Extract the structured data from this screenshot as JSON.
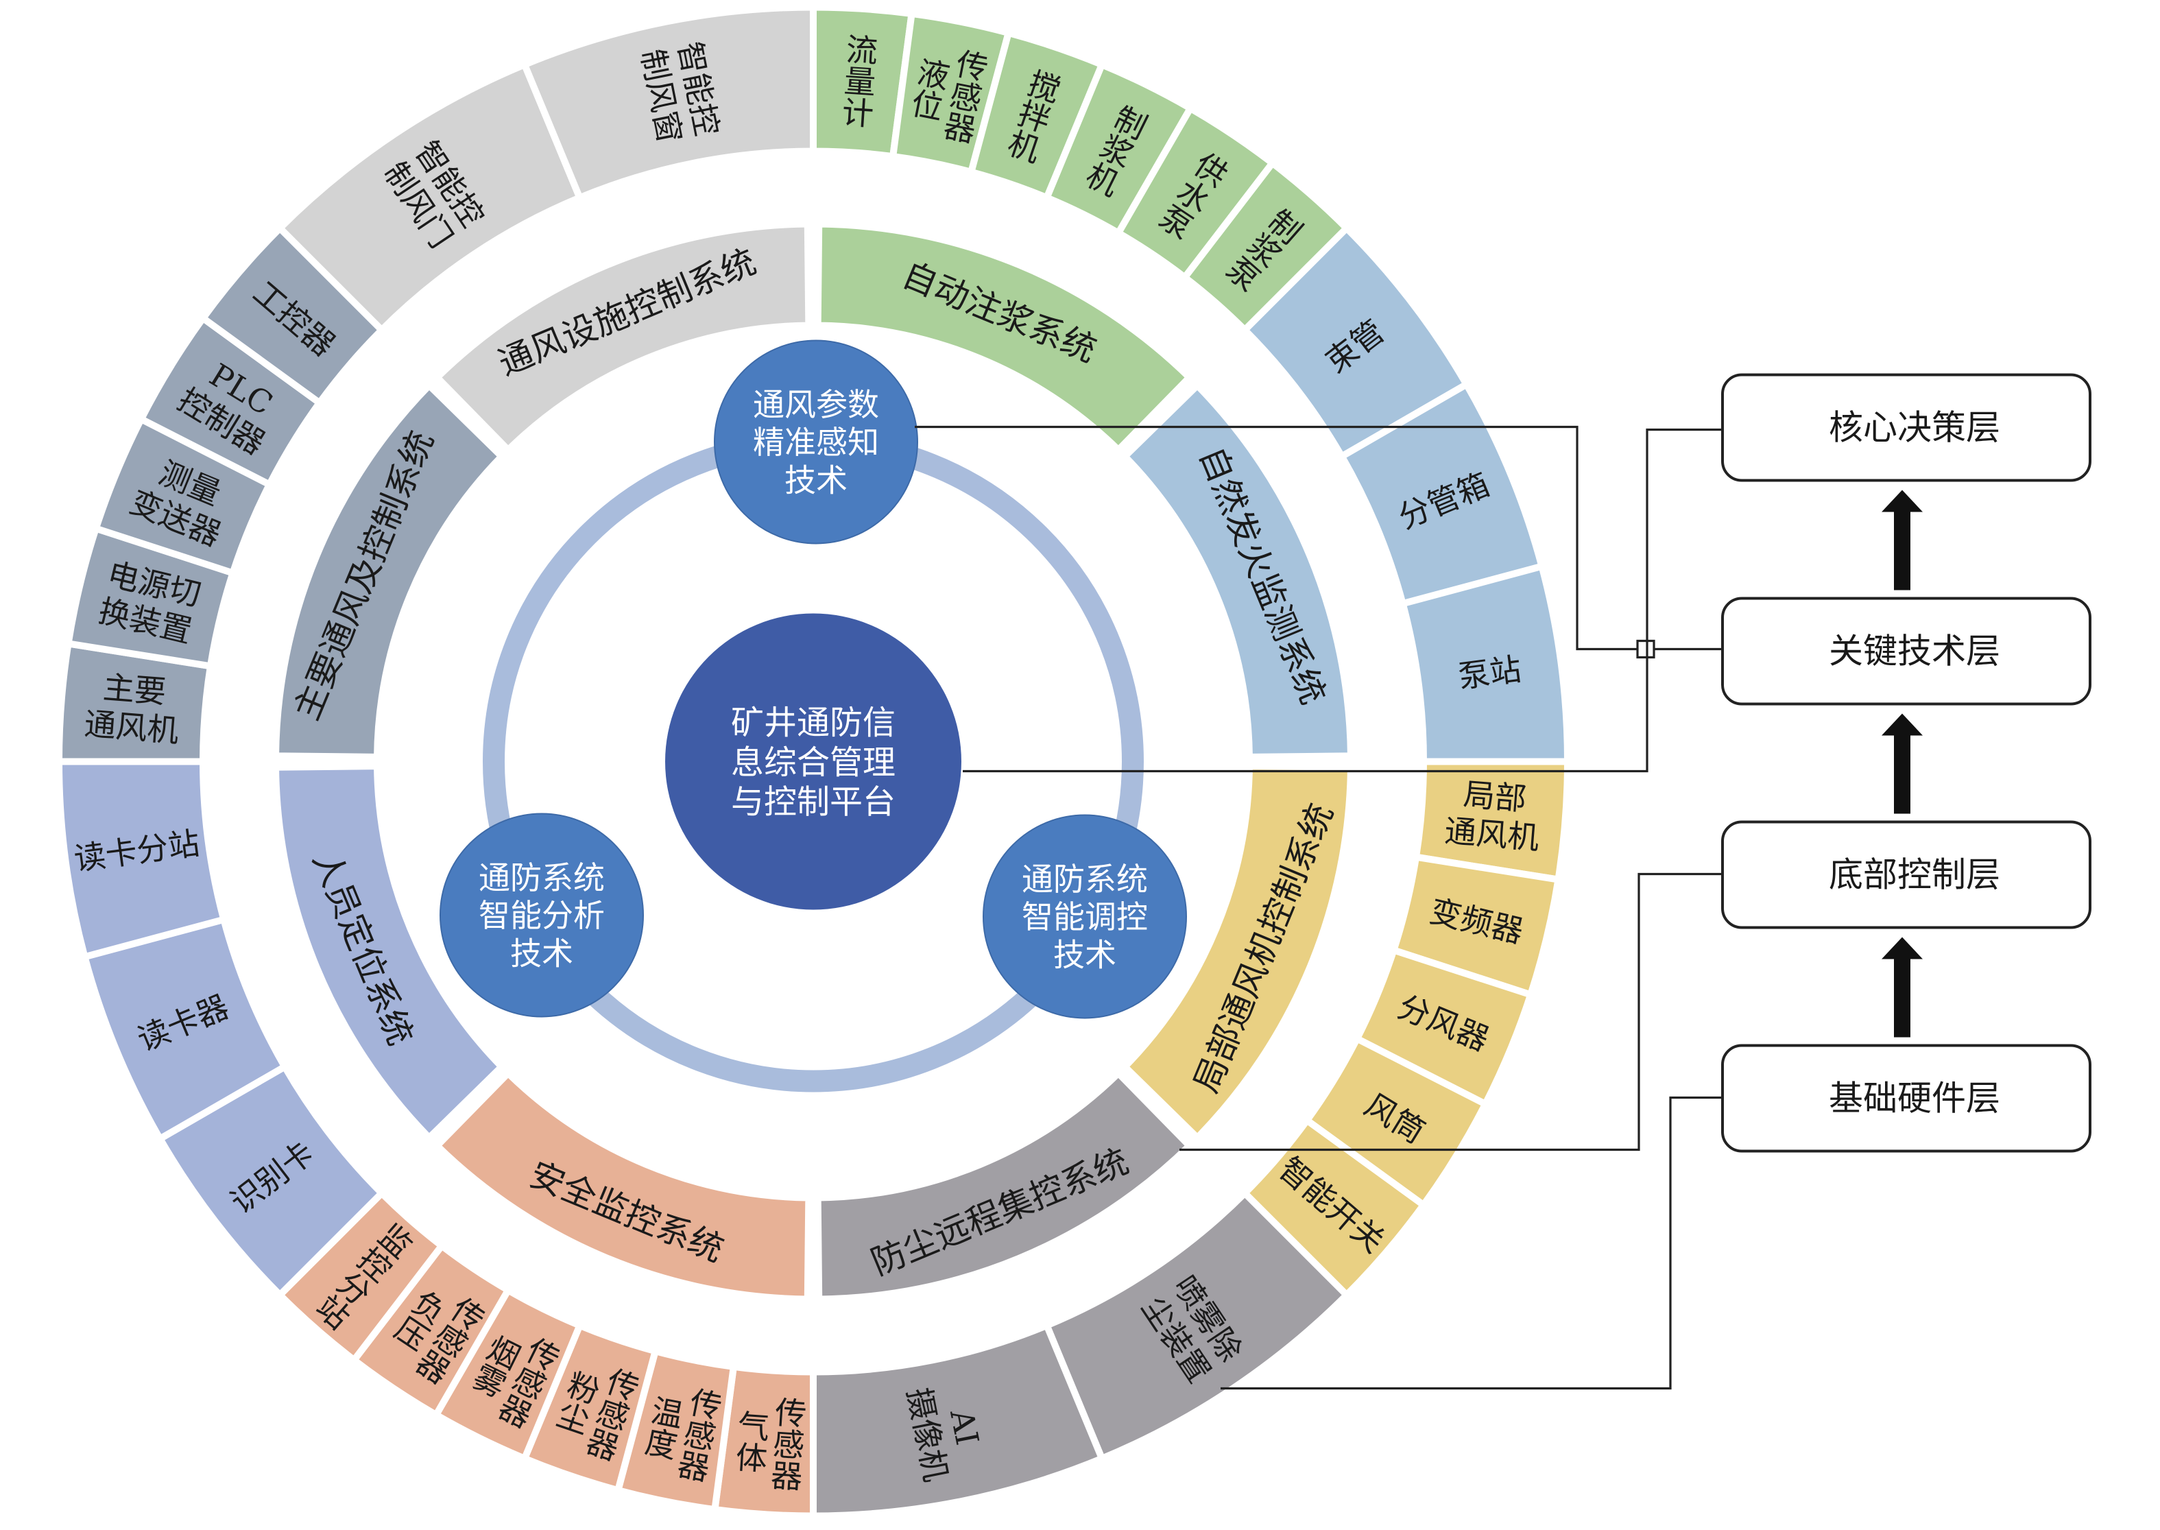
{
  "center": {
    "label": [
      "矿井通防信",
      "息综合管理",
      "与控制平台"
    ],
    "color": "#3f5ca6"
  },
  "tech_circles": [
    {
      "label": [
        "通风参数",
        "精准感知",
        "技术"
      ]
    },
    {
      "label": [
        "通防系统",
        "智能分析",
        "技术"
      ]
    },
    {
      "label": [
        "通防系统",
        "智能调控",
        "技术"
      ]
    }
  ],
  "groups": [
    {
      "system": [
        "自动注浆系统"
      ],
      "color": "#abd09a",
      "devices": [
        [
          "流量计"
        ],
        [
          "液位",
          "传感器"
        ],
        [
          "搅拌机"
        ],
        [
          "制浆机"
        ],
        [
          "供水泵"
        ],
        [
          "制浆泵"
        ]
      ],
      "vertical": true
    },
    {
      "system": [
        "自然发火监测系统"
      ],
      "color": "#a7c3dc",
      "devices": [
        [
          "束管"
        ],
        [
          "分管箱"
        ],
        [
          "泵站"
        ]
      ],
      "vertical": false
    },
    {
      "system": [
        "局部通风机控制系统"
      ],
      "color": "#e9d083",
      "devices": [
        [
          "局部",
          "通风机"
        ],
        [
          "变频器"
        ],
        [
          "分风器"
        ],
        [
          "风筒"
        ],
        [
          "智能开关"
        ]
      ],
      "vertical": false
    },
    {
      "system": [
        "防尘远程集控系统"
      ],
      "color": "#a19fa4",
      "devices": [
        [
          "喷雾除",
          "尘装置"
        ],
        [
          "AI",
          "摄像机"
        ]
      ],
      "vertical": false
    },
    {
      "system": [
        "安全监控系统"
      ],
      "color": "#e7b196",
      "devices": [
        [
          "气体",
          "传感器"
        ],
        [
          "温度",
          "传感器"
        ],
        [
          "粉尘",
          "传感器"
        ],
        [
          "烟雾",
          "传感器"
        ],
        [
          "负压",
          "传感器"
        ],
        [
          "监控分站"
        ]
      ],
      "vertical": true
    },
    {
      "system": [
        "人员定位系统"
      ],
      "color": "#a4b3d9",
      "devices": [
        [
          "识别卡"
        ],
        [
          "读卡器"
        ],
        [
          "读卡分站"
        ]
      ],
      "vertical": false
    },
    {
      "system": [
        "主要通风及控制系统"
      ],
      "color": "#98a5b6",
      "devices": [
        [
          "主要",
          "通风机"
        ],
        [
          "电源切",
          "换装置"
        ],
        [
          "测量",
          "变送器"
        ],
        [
          "PLC",
          "控制器"
        ],
        [
          "工控器"
        ]
      ],
      "vertical": false
    },
    {
      "system": [
        "通风设施控制系统"
      ],
      "color": "#d3d3d3",
      "devices": [
        [
          "智能控",
          "制风门"
        ],
        [
          "智能控",
          "制风窗"
        ]
      ],
      "vertical": false
    }
  ],
  "layers": [
    {
      "label": "核心决策层"
    },
    {
      "label": "关键技术层"
    },
    {
      "label": "底部控制层"
    },
    {
      "label": "基础硬件层"
    }
  ],
  "ring_color": "#a9bcdc",
  "tech_color": "#4a7cbf"
}
